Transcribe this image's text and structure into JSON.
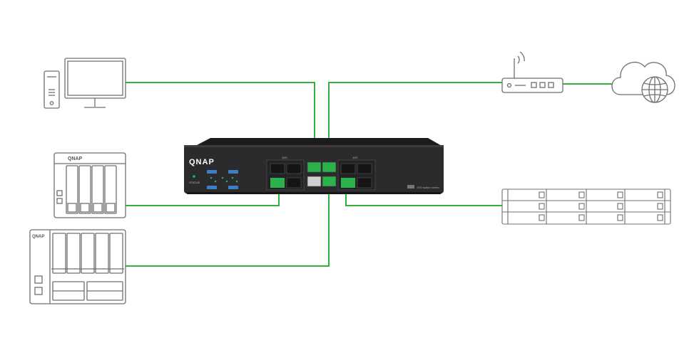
{
  "switch": {
    "brand": "QNAP",
    "status_label": "STATUS",
    "port_group_label_1": "10G",
    "port_group_label_2": "10G",
    "model_label": "10G switch series"
  },
  "nas_small": {
    "brand": "QNAP"
  },
  "nas_large": {
    "brand": "QNAP"
  },
  "colors": {
    "link": "#31b23c",
    "outline": "#6f6f6f",
    "switch_body": "#2b2b2d",
    "switch_top": "#1c1c1e",
    "port_active": "#2bb24c"
  },
  "icons": {
    "pc": "desktop-pc-icon",
    "router": "wifi-router-icon",
    "cloud": "cloud-internet-icon",
    "rack": "rackmount-storage-icon"
  }
}
